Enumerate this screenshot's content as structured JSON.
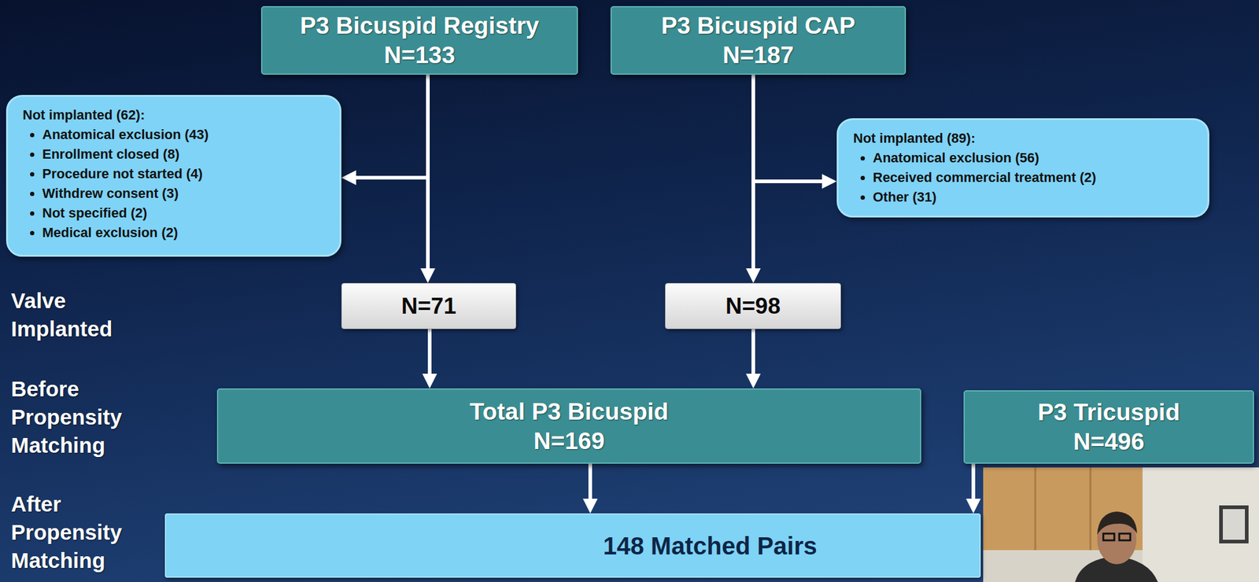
{
  "diagram": {
    "nodes": [
      {
        "text": [
          "P3 Bicuspid Registry",
          "N=133"
        ]
      },
      {
        "text": [
          "P3 Bicuspid CAP",
          "N=187"
        ]
      },
      {
        "text": [
          "Not implanted (62):",
          "Anatomical exclusion (43)",
          "Enrollment closed (8)",
          "Procedure not started (4)",
          "Withdrew consent (3)",
          "Not specified (2)",
          "Medical exclusion (2)"
        ]
      },
      {
        "text": [
          "Not implanted (89):",
          "Anatomical exclusion (56)",
          "Received commercial treatment (2)",
          "Other (31)"
        ]
      },
      {
        "text": [
          "N=71"
        ]
      },
      {
        "text": [
          "N=98"
        ]
      },
      {
        "text": [
          "Total P3 Bicuspid",
          "N=169"
        ]
      },
      {
        "text": [
          "P3 Tricuspid",
          "N=496"
        ]
      },
      {
        "text": [
          "148 Matched Pairs"
        ]
      }
    ],
    "edges": [
      {
        "from": 0,
        "to": 2,
        "arrow": "to"
      },
      {
        "from": 0,
        "to": 4,
        "arrow": "to"
      },
      {
        "from": 1,
        "to": 3,
        "arrow": "to"
      },
      {
        "from": 1,
        "to": 5,
        "arrow": "to"
      },
      {
        "from": 4,
        "to": 6,
        "arrow": "to"
      },
      {
        "from": 5,
        "to": 6,
        "arrow": "to"
      },
      {
        "from": 6,
        "to": 8,
        "arrow": "to"
      },
      {
        "from": 7,
        "to": 8,
        "arrow": "to"
      }
    ],
    "labels": [
      "Valve Implanted",
      "Before Propensity Matching",
      "After Propensity Matching"
    ]
  }
}
